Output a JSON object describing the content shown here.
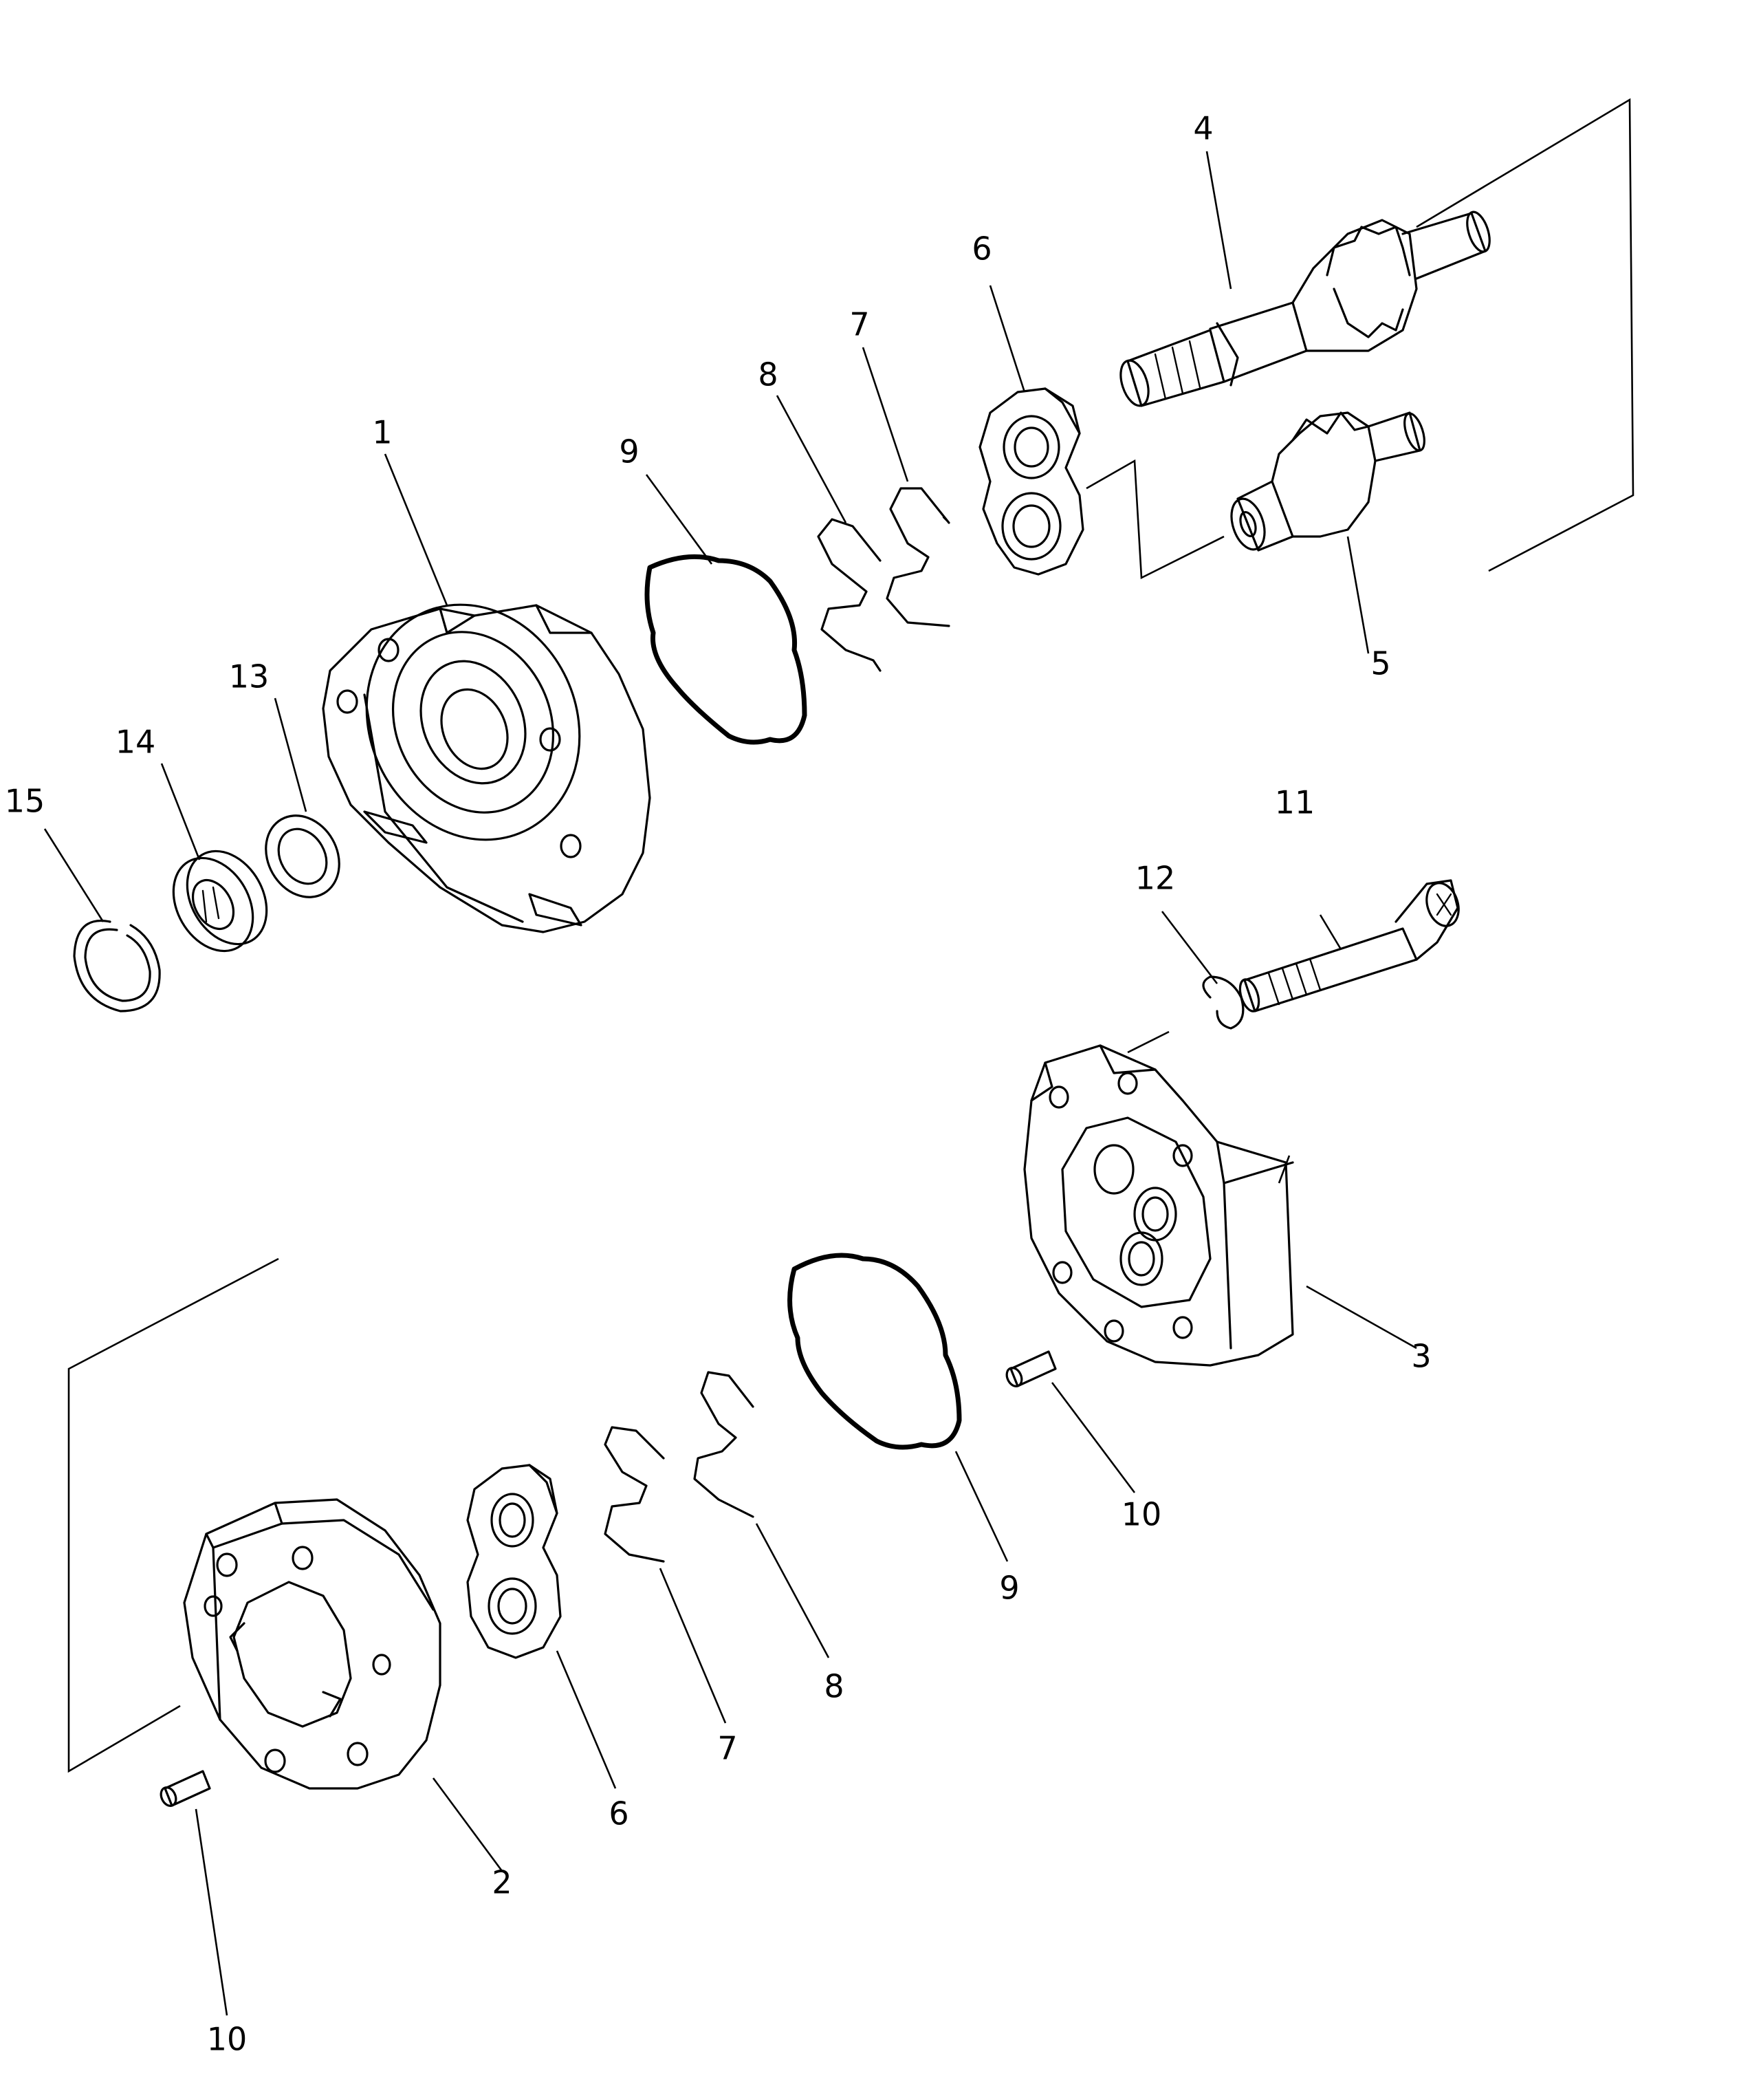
{
  "parts": [
    {
      "id": "1",
      "label": "1"
    },
    {
      "id": "2",
      "label": "2"
    },
    {
      "id": "3",
      "label": "3"
    },
    {
      "id": "4",
      "label": "4"
    },
    {
      "id": "5",
      "label": "5"
    },
    {
      "id": "6",
      "label": "6"
    },
    {
      "id": "7",
      "label": "7"
    },
    {
      "id": "8",
      "label": "8"
    },
    {
      "id": "9",
      "label": "9"
    },
    {
      "id": "10",
      "label": "10"
    },
    {
      "id": "11",
      "label": "11"
    },
    {
      "id": "12",
      "label": "12"
    },
    {
      "id": "13",
      "label": "13"
    },
    {
      "id": "14",
      "label": "14"
    },
    {
      "id": "15",
      "label": "15"
    }
  ]
}
